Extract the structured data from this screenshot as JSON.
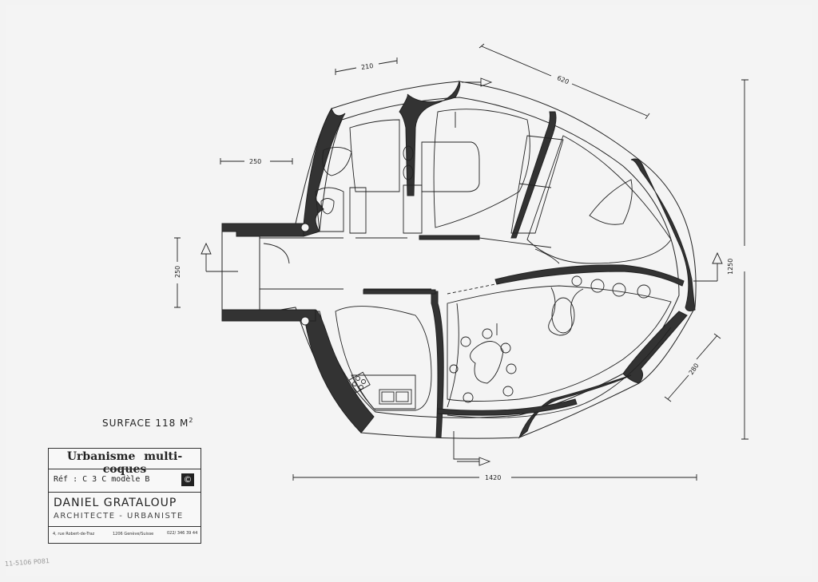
{
  "dimensions": {
    "d_210": "210",
    "d_620": "620",
    "d_250_top": "250",
    "d_250_left": "250",
    "d_1250": "1250",
    "d_280": "280",
    "d_1420": "1420"
  },
  "surface": {
    "label": "SURFACE 118 M",
    "exponent": "2"
  },
  "cartouche": {
    "title": "Urbanisme multi-coques",
    "reference": "Réf : C 3 C modèle B",
    "copyright_symbol": "©",
    "architect_name": "DANIEL GRATALOUP",
    "architect_role": "ARCHITECTE - URBANISTE",
    "street": "4, rue Robert-de-Traz",
    "city": "1206 Genève/Suisse",
    "phone": "022/ 346 39 44"
  },
  "archive_number": "11-5106 P081",
  "colors": {
    "wall": "#333333",
    "line": "#222222",
    "paper": "#f4f4f4"
  },
  "icons": [
    "copyright-icon",
    "entrance-arrow-icon"
  ]
}
